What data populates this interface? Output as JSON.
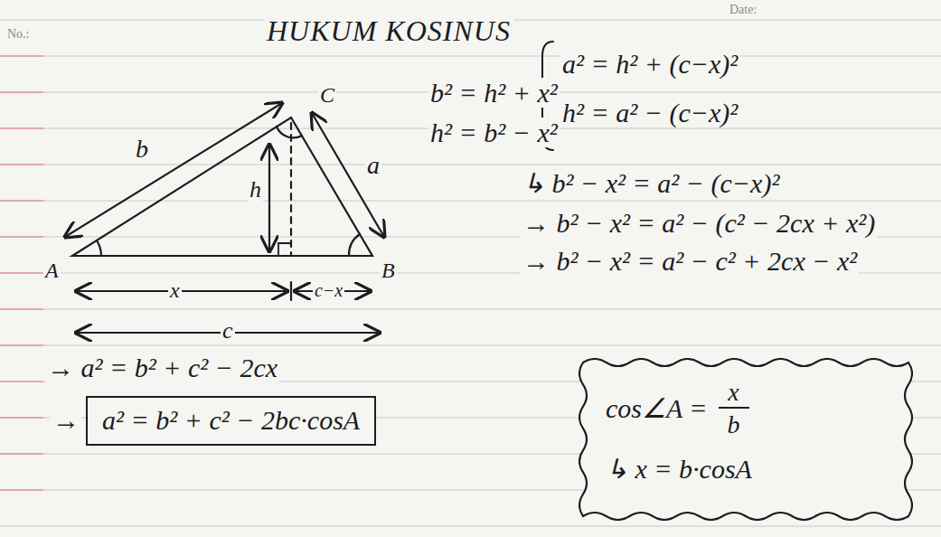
{
  "diagram": {
    "title": "HUKUM KOSINUS",
    "nodes": [
      {
        "text": [
          "a² = b² + c² − 2bc·cosA"
        ]
      },
      {
        "text": [
          "cos∠A =",
          "x",
          "b",
          "↳ x = b·cosA"
        ]
      }
    ],
    "labels": [
      "No.:",
      "Date:",
      "C",
      "b",
      "a",
      "h",
      "A",
      "B",
      "x",
      "c−x",
      "c",
      "b² = h² + x²",
      "h² = b² − x²",
      "a² = h² + (c−x)²",
      "h² = a² − (c−x)²",
      "↳ b² − x² = a² − (c−x)²",
      "→ b² − x² = a² − (c² − 2cx + x²)",
      "→ b² − x² = a² − c² + 2cx − x²",
      "→ a² = b² + c² − 2cx",
      "→"
    ]
  }
}
